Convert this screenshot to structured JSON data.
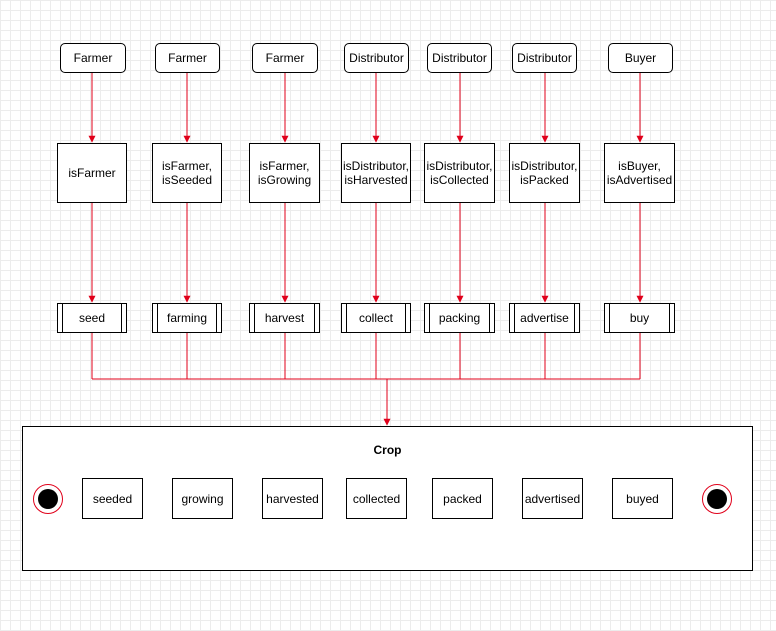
{
  "colors": {
    "arrow": "#e0001a",
    "grid": "#ececec",
    "border": "#000000"
  },
  "lanes": [
    {
      "actor": "Farmer",
      "condition": "isFarmer",
      "action": "seed"
    },
    {
      "actor": "Farmer",
      "condition": "isFarmer,\nisSeeded",
      "action": "farming"
    },
    {
      "actor": "Farmer",
      "condition": "isFarmer,\nisGrowing",
      "action": "harvest"
    },
    {
      "actor": "Distributor",
      "condition": "isDistributor,\nisHarvested",
      "action": "collect"
    },
    {
      "actor": "Distributor",
      "condition": "isDistributor,\nisCollected",
      "action": "packing"
    },
    {
      "actor": "Distributor",
      "condition": "isDistributor,\nisPacked",
      "action": "advertise"
    },
    {
      "actor": "Buyer",
      "condition": "isBuyer,\nisAdvertised",
      "action": "buy"
    }
  ],
  "crop": {
    "title": "Crop",
    "states": [
      "seeded",
      "growing",
      "harvested",
      "collected",
      "packed",
      "advertised",
      "buyed"
    ]
  }
}
